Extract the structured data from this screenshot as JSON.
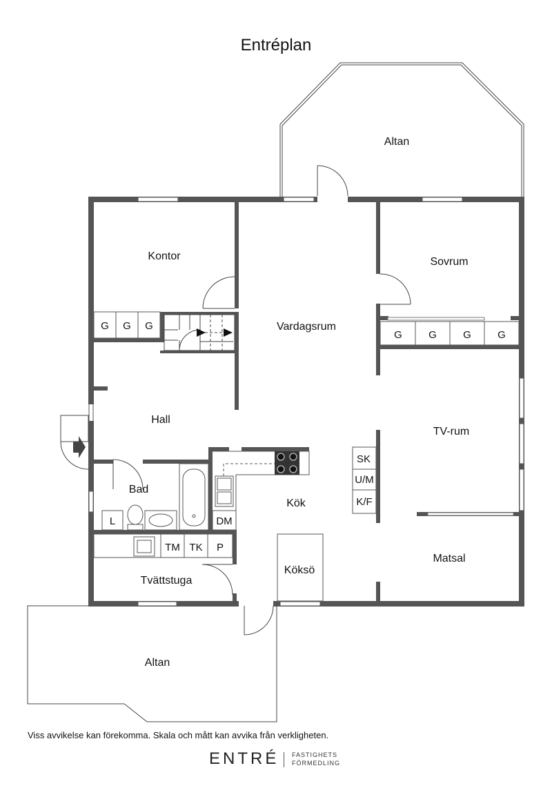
{
  "title": "Entréplan",
  "rooms": {
    "altan_top": "Altan",
    "kontor": "Kontor",
    "sovrum": "Sovrum",
    "vardagsrum": "Vardagsrum",
    "hall": "Hall",
    "tv_rum": "TV-rum",
    "bad": "Bad",
    "kok": "Kök",
    "kokso": "Köksö",
    "matsal": "Matsal",
    "tvattstuga": "Tvättstuga",
    "altan_bottom": "Altan"
  },
  "fixtures": {
    "g": "G",
    "l": "L",
    "dm": "DM",
    "tm": "TM",
    "tk": "TK",
    "p": "P",
    "sk": "SK",
    "um": "U/M",
    "kf": "K/F"
  },
  "disclaimer": "Viss avvikelse kan förekomma. Skala och mått kan avvika från verkligheten.",
  "brand": {
    "name": "ENTRÉ",
    "sub1": "FASTIGHETS",
    "sub2": "FÖRMEDLING"
  }
}
